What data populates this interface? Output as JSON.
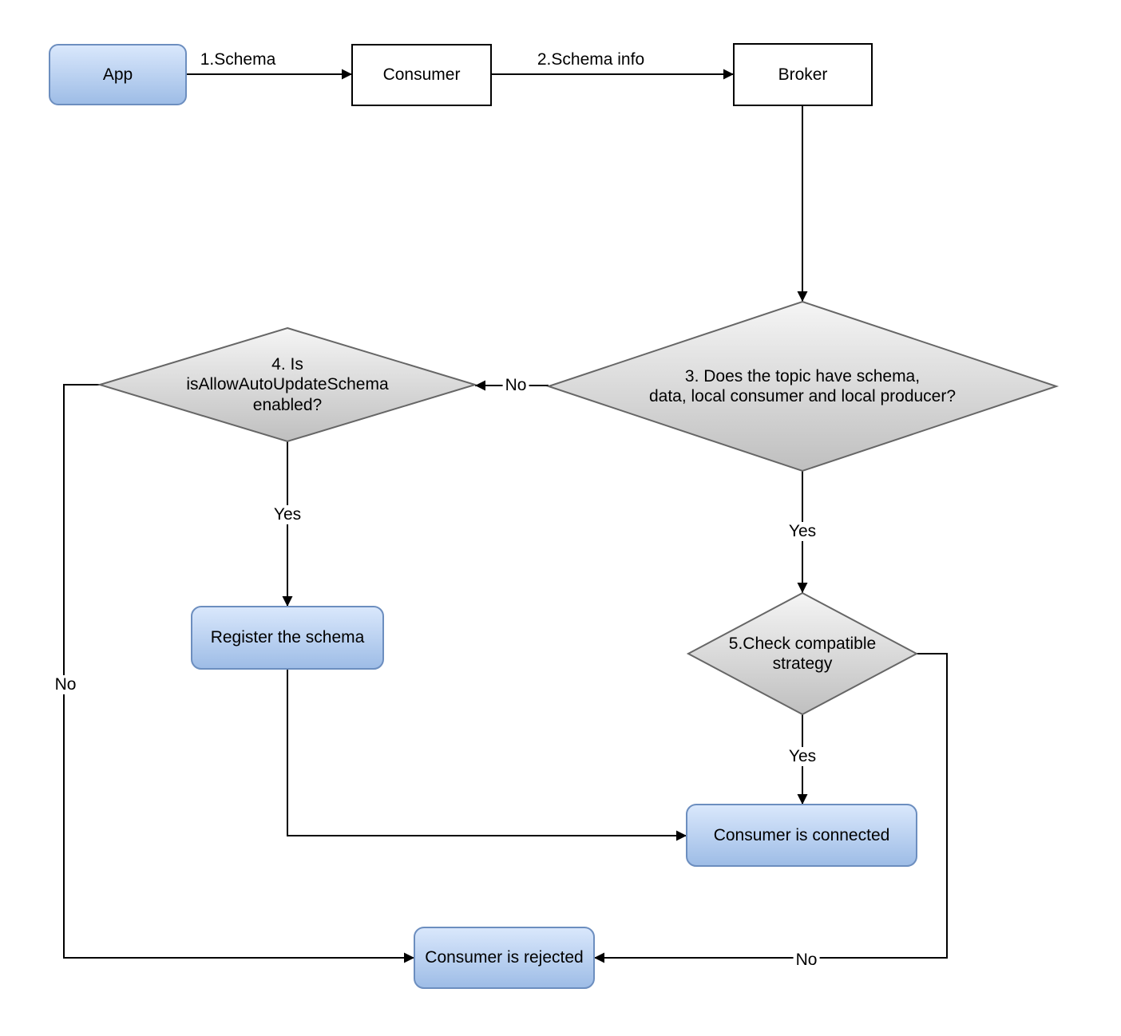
{
  "colors": {
    "canvas_bg": "#ffffff",
    "process_fill_top": "#dae8fc",
    "process_fill_bottom": "#9dbce6",
    "process_stroke": "#6c8ebf",
    "decision_fill_top": "#f5f5f5",
    "decision_fill_bottom": "#bfbfbf",
    "decision_stroke": "#666666",
    "io_fill": "#ffffff",
    "io_stroke": "#000000",
    "connector": "#000000",
    "text": "#000000"
  },
  "nodes": {
    "app": {
      "label": "App",
      "type": "process"
    },
    "consumer": {
      "label": "Consumer",
      "type": "io"
    },
    "broker": {
      "label": "Broker",
      "type": "io"
    },
    "decision_topic": {
      "label": "3. Does the topic have schema,\ndata, local consumer and local producer?",
      "type": "decision"
    },
    "decision_auto_update": {
      "label": "4. Is\nisAllowAutoUpdateSchema\nenabled?",
      "type": "decision"
    },
    "decision_compatible": {
      "label": "5.Check compatible\nstrategy",
      "type": "decision"
    },
    "register_schema": {
      "label": "Register the schema",
      "type": "process"
    },
    "consumer_connected": {
      "label": "Consumer is connected",
      "type": "process"
    },
    "consumer_rejected": {
      "label": "Consumer is rejected",
      "type": "process"
    }
  },
  "edge_labels": {
    "app_to_consumer": "1.Schema",
    "consumer_to_broker": "2.Schema info",
    "topic_no": "No",
    "topic_yes": "Yes",
    "auto_update_yes": "Yes",
    "auto_update_no": "No",
    "compatible_yes": "Yes",
    "compatible_no": "No"
  }
}
